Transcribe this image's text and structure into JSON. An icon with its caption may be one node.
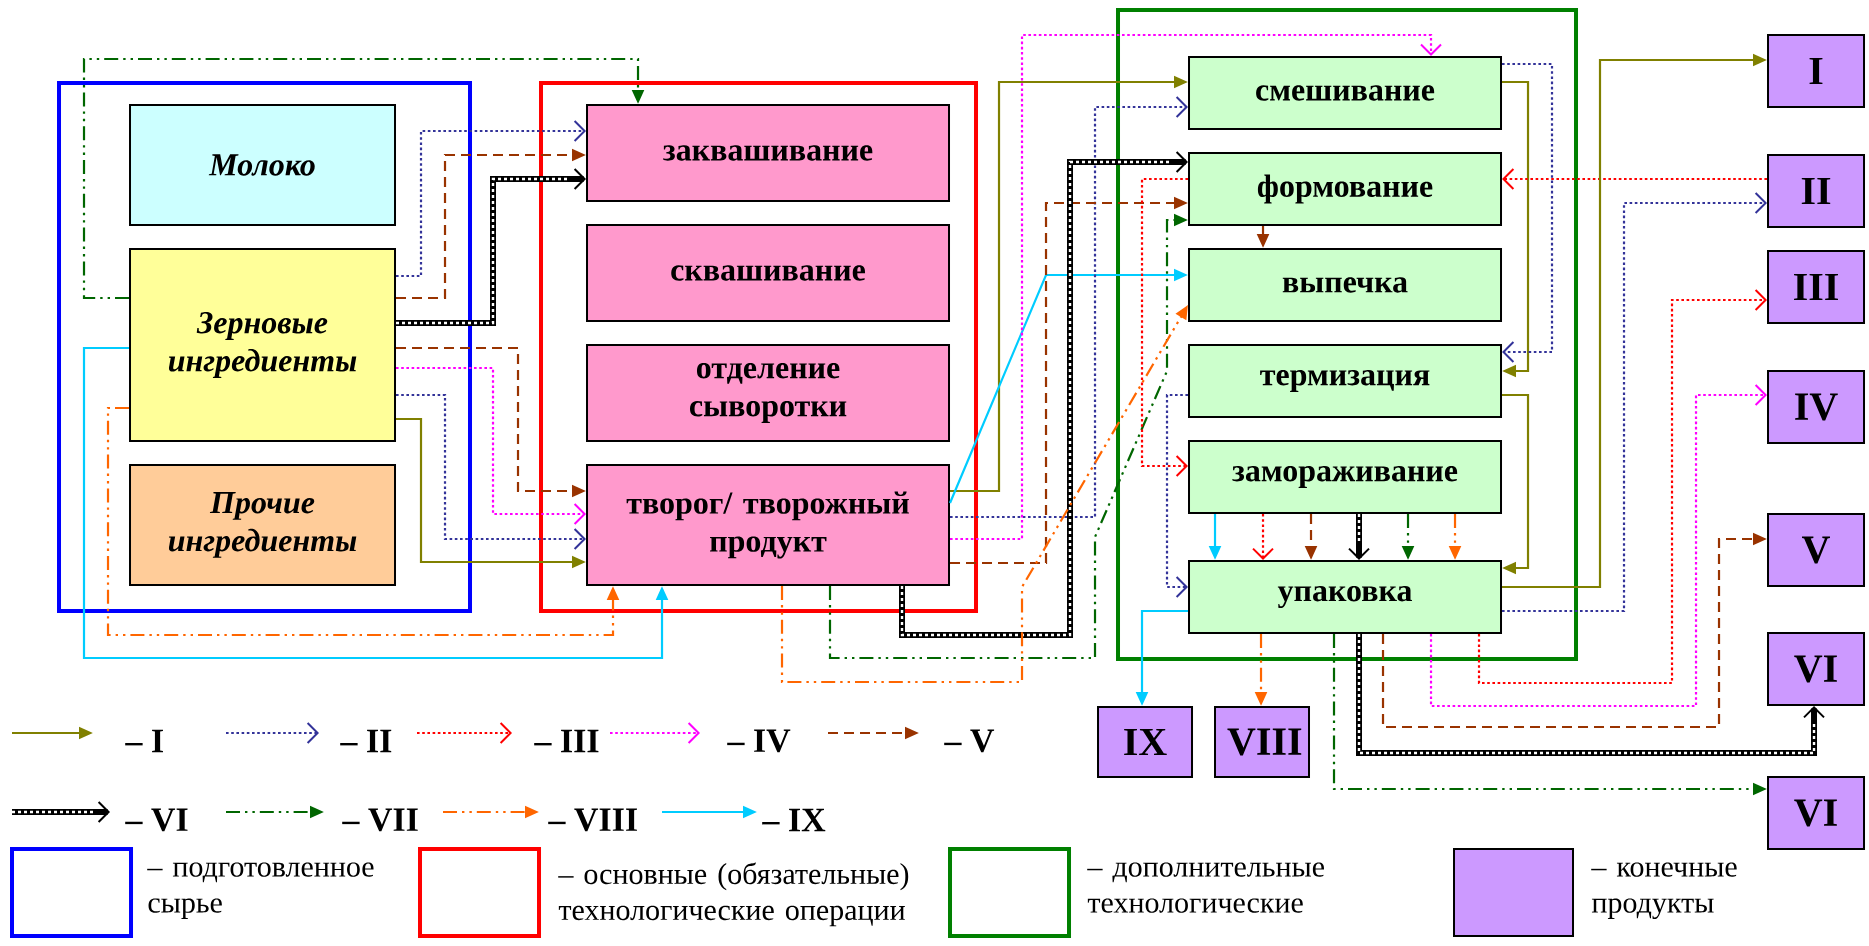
{
  "diagram": {
    "nodes": [
      {
        "text": [],
        "shape": "box"
      },
      {
        "text": [
          "Молоко"
        ],
        "in": 0
      },
      {
        "text": [
          "Зерновые ингредиенты"
        ],
        "in": 0
      },
      {
        "text": [
          "Прочие ингредиенты"
        ],
        "in": 0
      },
      {
        "text": [],
        "shape": "box"
      },
      {
        "text": [
          "заквашивание"
        ],
        "in": 4
      },
      {
        "text": [
          "сквашивание"
        ],
        "in": 4
      },
      {
        "text": [
          "отделение сыворотки"
        ],
        "in": 4
      },
      {
        "text": [
          "творог/ творожный продукт"
        ],
        "in": 4
      },
      {
        "text": [],
        "shape": "box"
      },
      {
        "text": [
          "смешивание"
        ],
        "in": 9
      },
      {
        "text": [
          "формование"
        ],
        "in": 9
      },
      {
        "text": [
          "выпечка"
        ],
        "in": 9
      },
      {
        "text": [
          "термизация"
        ],
        "in": 9
      },
      {
        "text": [
          "замораживание"
        ],
        "in": 9
      },
      {
        "text": [
          "упаковка"
        ],
        "in": 9
      },
      {
        "text": [
          "I"
        ]
      },
      {
        "text": [
          "II"
        ]
      },
      {
        "text": [
          "III"
        ]
      },
      {
        "text": [
          "IV"
        ]
      },
      {
        "text": [
          "V"
        ]
      },
      {
        "text": [
          "VI"
        ]
      },
      {
        "text": [
          "VI"
        ]
      },
      {
        "text": [
          "IX"
        ]
      },
      {
        "text": [
          "VIII"
        ]
      }
    ],
    "edges": [
      {
        "from": 2,
        "to": 5,
        "arrow": "to",
        "style": "dashed",
        "color": "#006600"
      },
      {
        "from": 2,
        "to": 5,
        "arrow": "to",
        "style": "dashed",
        "color": "#333399"
      },
      {
        "from": 2,
        "to": 5,
        "arrow": "to",
        "style": "dashed",
        "color": "#993300"
      },
      {
        "from": 2,
        "to": 5,
        "arrow": "to",
        "style": "thick",
        "color": "#000000"
      },
      {
        "from": 2,
        "to": 8,
        "arrow": "to",
        "style": "dashed",
        "color": "#993300"
      },
      {
        "from": 2,
        "to": 8,
        "arrow": "to",
        "style": "dashed",
        "color": "#ff00ff"
      },
      {
        "from": 2,
        "to": 8,
        "arrow": "to",
        "style": "dashed",
        "color": "#333399"
      },
      {
        "from": 2,
        "to": 8,
        "arrow": "to",
        "color": "#808000"
      },
      {
        "from": 2,
        "to": 8,
        "arrow": "to",
        "color": "#00ccff"
      },
      {
        "from": 2,
        "to": 8,
        "arrow": "to",
        "style": "dashed",
        "color": "#ff6600"
      },
      {
        "from": 8,
        "to": 10,
        "arrow": "to",
        "color": "#808000"
      },
      {
        "from": 8,
        "to": 12,
        "arrow": "to",
        "color": "#00ccff"
      },
      {
        "from": 8,
        "to": 10,
        "arrow": "to",
        "style": "dashed",
        "color": "#333399"
      },
      {
        "from": 8,
        "to": 10,
        "arrow": "to",
        "style": "dashed",
        "color": "#ff00ff"
      },
      {
        "from": 8,
        "to": 11,
        "arrow": "to",
        "style": "dashed",
        "color": "#993300"
      },
      {
        "from": 8,
        "to": 11,
        "arrow": "to",
        "style": "thick",
        "color": "#000000"
      },
      {
        "from": 8,
        "to": 11,
        "arrow": "to",
        "style": "dashed",
        "color": "#006600"
      },
      {
        "from": 8,
        "to": 12,
        "arrow": "to",
        "style": "dashed",
        "color": "#ff6600"
      },
      {
        "from": 10,
        "to": 13,
        "arrow": "to",
        "color": "#808000"
      },
      {
        "from": 10,
        "to": 13,
        "arrow": "to",
        "style": "dashed",
        "color": "#333399"
      },
      {
        "from": 17,
        "to": 11,
        "arrow": "to",
        "style": "dashed",
        "color": "#ff0000"
      },
      {
        "from": 11,
        "to": 14,
        "arrow": "to",
        "style": "dashed",
        "color": "#ff0000"
      },
      {
        "from": 11,
        "to": 12,
        "arrow": "to",
        "style": "dashed",
        "color": "#993300"
      },
      {
        "from": 13,
        "to": 15,
        "arrow": "to",
        "style": "dashed",
        "color": "#333399"
      },
      {
        "from": 13,
        "to": 15,
        "arrow": "to",
        "color": "#808000"
      },
      {
        "from": 14,
        "to": 15,
        "arrow": "to",
        "color": "#00ccff"
      },
      {
        "from": 14,
        "to": 15,
        "arrow": "to",
        "style": "dashed",
        "color": "#ff0000"
      },
      {
        "from": 14,
        "to": 15,
        "arrow": "to",
        "style": "dashed",
        "color": "#993300"
      },
      {
        "from": 14,
        "to": 15,
        "arrow": "to",
        "style": "thick",
        "color": "#000000"
      },
      {
        "from": 14,
        "to": 15,
        "arrow": "to",
        "style": "dashed",
        "color": "#006600"
      },
      {
        "from": 14,
        "to": 15,
        "arrow": "to",
        "style": "dashed",
        "color": "#ff6600"
      },
      {
        "from": 15,
        "to": 16,
        "arrow": "to",
        "color": "#808000"
      },
      {
        "from": 15,
        "to": 17,
        "arrow": "to",
        "style": "dashed",
        "color": "#333399"
      },
      {
        "from": 15,
        "to": 18,
        "arrow": "to",
        "style": "dashed",
        "color": "#ff0000"
      },
      {
        "from": 15,
        "to": 19,
        "arrow": "to",
        "style": "dashed",
        "color": "#ff00ff"
      },
      {
        "from": 15,
        "to": 20,
        "arrow": "to",
        "style": "dashed",
        "color": "#993300"
      },
      {
        "from": 15,
        "to": 21,
        "arrow": "to",
        "style": "thick",
        "color": "#000000"
      },
      {
        "from": 15,
        "to": 22,
        "arrow": "to",
        "style": "dashed",
        "color": "#006600"
      },
      {
        "from": 15,
        "to": 23,
        "arrow": "to",
        "color": "#00ccff"
      },
      {
        "from": 15,
        "to": 24,
        "arrow": "to",
        "style": "dashed",
        "color": "#ff6600"
      }
    ],
    "legend": [
      {
        "text": "– I"
      },
      {
        "text": "– II"
      },
      {
        "text": "– III"
      },
      {
        "text": "– IV"
      },
      {
        "text": "– V"
      },
      {
        "text": "– VI"
      },
      {
        "text": "– VII"
      },
      {
        "text": "– VIII"
      },
      {
        "text": "– IX"
      },
      {
        "text": "– подготовленное сырье",
        "color": "#0000ff"
      },
      {
        "text": "– основные (обязательные) технологические операции",
        "color": "#ff0000"
      },
      {
        "text": "– дополнительные технологические",
        "color": "#008000"
      },
      {
        "text": "– конечные продукты",
        "color": "#cc99ff"
      }
    ]
  }
}
